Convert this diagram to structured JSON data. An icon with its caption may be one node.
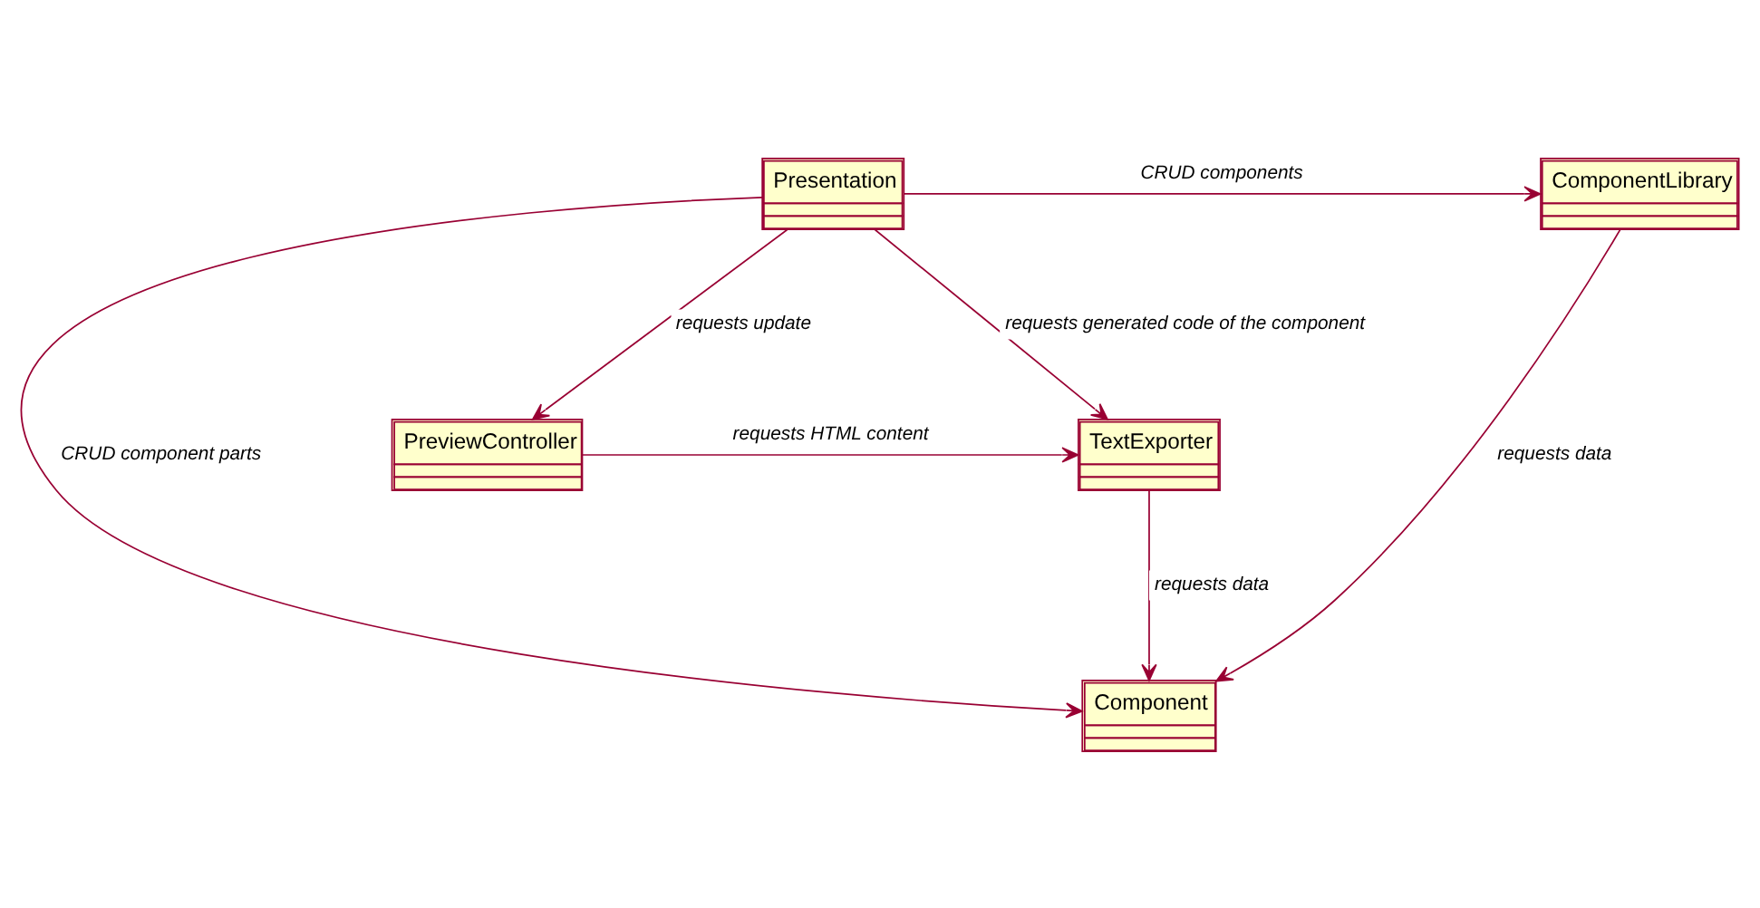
{
  "diagram": {
    "nodes": [
      {
        "text": [
          "Presentation"
        ]
      },
      {
        "text": [
          "ComponentLibrary"
        ]
      },
      {
        "text": [
          "Component"
        ]
      },
      {
        "text": [
          "PreviewController"
        ]
      },
      {
        "text": [
          "TextExporter"
        ]
      }
    ],
    "edges": [
      {
        "from": 0,
        "to": 1,
        "arrow": "to",
        "label": "CRUD components"
      },
      {
        "from": 0,
        "to": 2,
        "arrow": "to",
        "label": "CRUD component parts"
      },
      {
        "from": 1,
        "to": 2,
        "arrow": "to",
        "label": "requests data"
      },
      {
        "from": 0,
        "to": 3,
        "arrow": "to",
        "label": "requests update"
      },
      {
        "from": 0,
        "to": 4,
        "arrow": "to",
        "label": "requests generated code of the component"
      },
      {
        "from": 3,
        "to": 4,
        "arrow": "to",
        "label": "requests HTML content"
      },
      {
        "from": 4,
        "to": 2,
        "arrow": "to",
        "label": "requests data"
      }
    ]
  }
}
